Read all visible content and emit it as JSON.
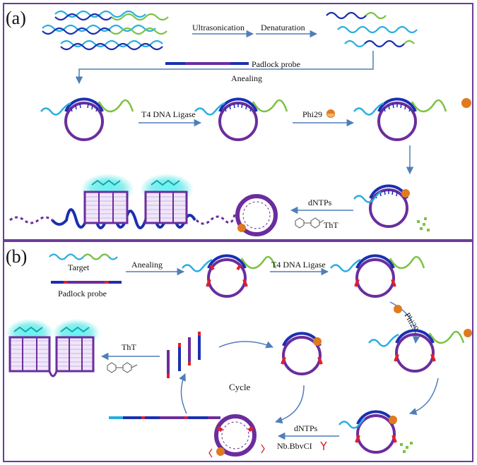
{
  "panel_a": {
    "tag": "(a)",
    "step_ultrasonication": "Ultrasonication",
    "step_denaturation": "Denaturation",
    "padlock_probe": "Padlock probe",
    "annealing": "Anealing",
    "ligase": "T4 DNA Ligase",
    "polymerase": "Phi29",
    "dntps": "dNTPs",
    "tht": "ThT"
  },
  "panel_b": {
    "tag": "(b)",
    "target": "Target",
    "padlock_probe": "Padlock probe",
    "annealing": "Anealing",
    "ligase": "T4 DNA Ligase",
    "polymerase": "Phi29",
    "tht": "ThT",
    "cycle": "Cycle",
    "dntps": "dNTPs",
    "nicking_enzyme": "Nb.BbvCI"
  },
  "colors": {
    "frame": "#6a3d9a",
    "arrow": "#4f7fb8",
    "strand_light_blue": "#29aee0",
    "strand_green": "#7cc243",
    "strand_dark_blue": "#1a2fb0",
    "circle_purple": "#6b2d9e",
    "nick_red": "#e0202a",
    "enzyme_orange": "#e07a1f",
    "glow_cyan": "#2fe0e0"
  }
}
